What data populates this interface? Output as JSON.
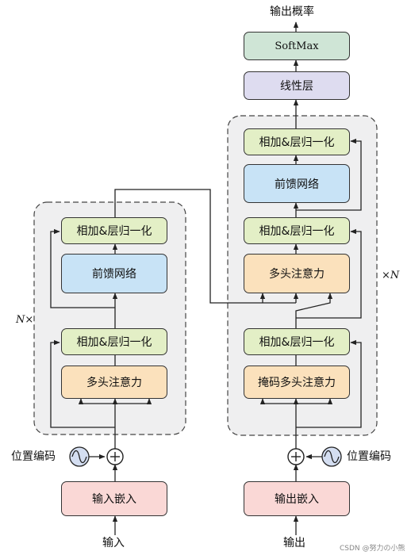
{
  "encoder": {
    "add_norm_top": "相加&层归一化",
    "feed_forward": "前馈网络",
    "add_norm_bottom": "相加&层归一化",
    "multi_head_attention": "多头注意力",
    "repeat_label": "N×",
    "positional_encoding": "位置编码",
    "input_embedding": "输入嵌入",
    "input_label": "输入"
  },
  "decoder": {
    "output_probabilities": "输出概率",
    "softmax": "SoftMax",
    "linear": "线性层",
    "add_norm_top": "相加&层归一化",
    "feed_forward": "前馈网络",
    "add_norm_middle": "相加&层归一化",
    "multi_head_attention": "多头注意力",
    "add_norm_bottom": "相加&层归一化",
    "masked_multi_head_attention": "掩码多头注意力",
    "repeat_label": "×N",
    "positional_encoding": "位置编码",
    "output_embedding": "输出嵌入",
    "output_label": "输出"
  },
  "watermark": "CSDN @努力の小熊",
  "colors": {
    "add_norm": "#e3efc6",
    "feed_forward": "#c8e3f6",
    "attention": "#fbe1bc",
    "embedding": "#fad8d6",
    "linear": "#dedcf0",
    "softmax": "#cfe5d6",
    "block_background": "#efeff0"
  }
}
